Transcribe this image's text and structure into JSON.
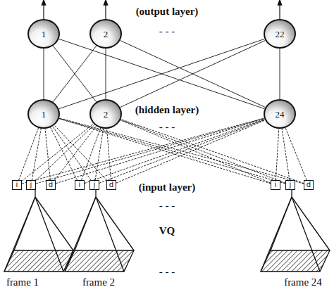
{
  "diagram": {
    "nodes": [
      {
        "text": [
          "1"
        ]
      },
      {
        "text": [
          "2"
        ]
      },
      {
        "text": [
          "22"
        ]
      },
      {
        "text": [
          "1"
        ]
      },
      {
        "text": [
          "2"
        ]
      },
      {
        "text": [
          "24"
        ]
      },
      {
        "text": [
          "i"
        ]
      },
      {
        "text": [
          "j"
        ]
      },
      {
        "text": [
          "d"
        ]
      },
      {
        "text": [
          "i"
        ]
      },
      {
        "text": [
          "j"
        ]
      },
      {
        "text": [
          "d"
        ]
      },
      {
        "text": [
          "i"
        ]
      },
      {
        "text": [
          "j"
        ]
      },
      {
        "text": [
          "d"
        ]
      }
    ],
    "edges": [
      {
        "from": 3,
        "to": 0,
        "arrow": "none"
      },
      {
        "from": 3,
        "to": 1,
        "arrow": "none"
      },
      {
        "from": 3,
        "to": 2,
        "arrow": "none"
      },
      {
        "from": 4,
        "to": 0,
        "arrow": "none"
      },
      {
        "from": 4,
        "to": 1,
        "arrow": "none"
      },
      {
        "from": 4,
        "to": 2,
        "arrow": "none"
      },
      {
        "from": 5,
        "to": 0,
        "arrow": "none"
      },
      {
        "from": 5,
        "to": 1,
        "arrow": "none"
      },
      {
        "from": 5,
        "to": 2,
        "arrow": "none"
      },
      {
        "from": 6,
        "to": 3,
        "arrow": "none"
      },
      {
        "from": 7,
        "to": 3,
        "arrow": "none"
      },
      {
        "from": 8,
        "to": 3,
        "arrow": "none"
      },
      {
        "from": 9,
        "to": 3,
        "arrow": "none"
      },
      {
        "from": 10,
        "to": 3,
        "arrow": "none"
      },
      {
        "from": 11,
        "to": 3,
        "arrow": "none"
      },
      {
        "from": 12,
        "to": 3,
        "arrow": "none"
      },
      {
        "from": 13,
        "to": 3,
        "arrow": "none"
      },
      {
        "from": 14,
        "to": 3,
        "arrow": "none"
      },
      {
        "from": 6,
        "to": 4,
        "arrow": "none"
      },
      {
        "from": 7,
        "to": 4,
        "arrow": "none"
      },
      {
        "from": 8,
        "to": 4,
        "arrow": "none"
      },
      {
        "from": 9,
        "to": 4,
        "arrow": "none"
      },
      {
        "from": 10,
        "to": 4,
        "arrow": "none"
      },
      {
        "from": 11,
        "to": 4,
        "arrow": "none"
      },
      {
        "from": 12,
        "to": 4,
        "arrow": "none"
      },
      {
        "from": 13,
        "to": 4,
        "arrow": "none"
      },
      {
        "from": 14,
        "to": 4,
        "arrow": "none"
      },
      {
        "from": 6,
        "to": 5,
        "arrow": "none"
      },
      {
        "from": 7,
        "to": 5,
        "arrow": "none"
      },
      {
        "from": 8,
        "to": 5,
        "arrow": "none"
      },
      {
        "from": 9,
        "to": 5,
        "arrow": "none"
      },
      {
        "from": 10,
        "to": 5,
        "arrow": "none"
      },
      {
        "from": 11,
        "to": 5,
        "arrow": "none"
      },
      {
        "from": 12,
        "to": 5,
        "arrow": "none"
      },
      {
        "from": 13,
        "to": 5,
        "arrow": "none"
      },
      {
        "from": 14,
        "to": 5,
        "arrow": "none"
      }
    ],
    "labels": [
      "(output layer)",
      "- - -",
      "(hidden layer)",
      "- - -",
      "(input layer)",
      "- - -",
      "VQ",
      "- - -",
      "frame 1",
      "frame 2",
      "frame 24"
    ]
  }
}
